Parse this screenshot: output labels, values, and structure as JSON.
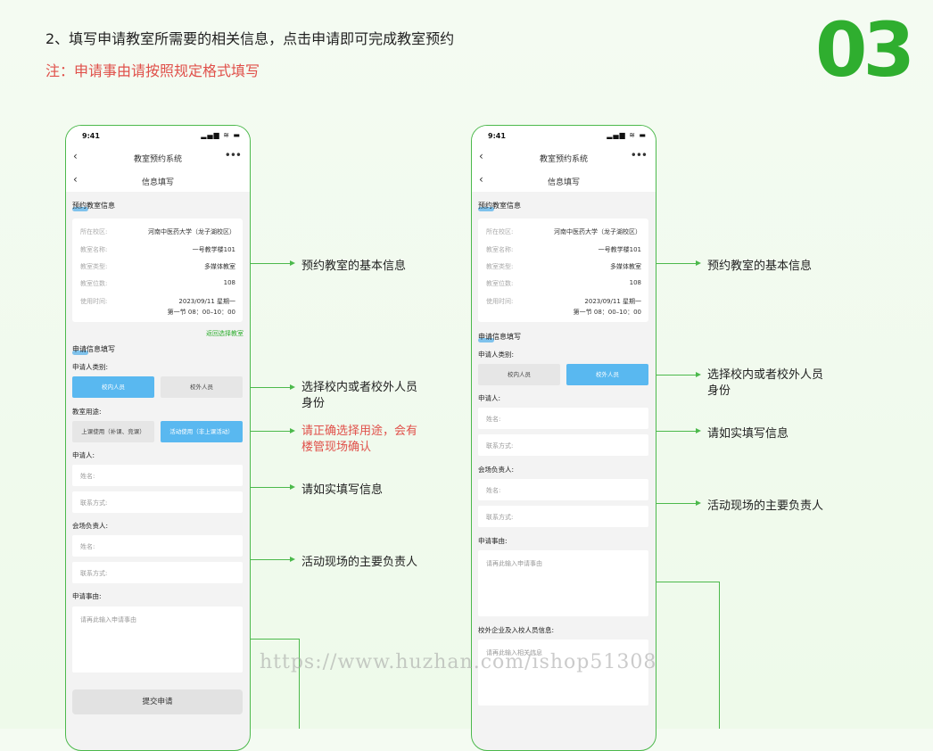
{
  "header": {
    "instruction": "2、填写申请教室所需要的相关信息，点击申请即可完成教室预约",
    "note": "注：申请事由请按照规定格式填写",
    "step_number": "03"
  },
  "phone": {
    "status_time": "9:41",
    "status_icons": "▂▄▆ ≋ ▬",
    "nav_title": "教室预约系统",
    "nav_more": "•••",
    "sub_title": "信息填写",
    "back_icon": "‹"
  },
  "left_phone": {
    "section_room": "预约教室信息",
    "room_info": [
      {
        "label": "所在校区:",
        "value": "河南中医药大学（龙子湖校区）"
      },
      {
        "label": "教室名称:",
        "value": "一号教学楼101"
      },
      {
        "label": "教室类型:",
        "value": "多媒体教室"
      },
      {
        "label": "教室位数:",
        "value": "108"
      },
      {
        "label": "使用时间:",
        "value": "2023/09/11 星期一"
      }
    ],
    "time_line2": "第一节 08：00–10：00",
    "back_link": "返回选择教室",
    "section_apply": "申请信息填写",
    "applicant_type_label": "申请人类别:",
    "btn_internal": "校内人员",
    "btn_external": "校外人员",
    "purpose_label": "教室用途:",
    "btn_class": "上课使用（补课、竞课）",
    "btn_activity": "活动使用（非上课活动）",
    "applicant_label": "申请人:",
    "name_placeholder": "姓名:",
    "contact_placeholder": "联系方式:",
    "manager_label": "会场负责人:",
    "manager_name": "姓名:",
    "manager_contact": "联系方式:",
    "reason_label": "申请事由:",
    "reason_placeholder": "请再此输入申请事由",
    "submit": "提交申请"
  },
  "right_phone": {
    "section_room": "预约教室信息",
    "room_info": [
      {
        "label": "所在校区:",
        "value": "河南中医药大学（龙子湖校区）"
      },
      {
        "label": "教室名称:",
        "value": "一号教学楼101"
      },
      {
        "label": "教室类型:",
        "value": "多媒体教室"
      },
      {
        "label": "教室位数:",
        "value": "108"
      },
      {
        "label": "使用时间:",
        "value": "2023/09/11 星期一"
      }
    ],
    "time_line2": "第一节 08：00–10：00",
    "section_apply": "申请信息填写",
    "applicant_type_label": "申请人类别:",
    "btn_internal": "校内人员",
    "btn_external": "校外人员",
    "applicant_label": "申请人:",
    "name_placeholder": "姓名:",
    "contact_placeholder": "联系方式:",
    "manager_label": "会场负责人:",
    "manager_name": "姓名:",
    "manager_contact": "联系方式:",
    "reason_label": "申请事由:",
    "reason_placeholder": "请再此输入申请事由",
    "external_label": "校外企业及入校人员信息:",
    "external_placeholder": "请再此输入相关信息"
  },
  "annotations_left": {
    "room_info": "预约教室的基本信息",
    "identity": "选择校内或者校外人员身份",
    "purpose": "请正确选择用途，会有楼管现场确认",
    "fill": "请如实填写信息",
    "manager": "活动现场的主要负责人"
  },
  "annotations_right": {
    "room_info": "预约教室的基本信息",
    "identity": "选择校内或者校外人员身份",
    "fill": "请如实填写信息",
    "manager": "活动现场的主要负责人"
  },
  "watermark": "https://www.huzhan.com/ishop51308",
  "colors": {
    "accent_green": "#2fae2f",
    "note_red": "#e0504a",
    "button_blue": "#59b8f0"
  }
}
